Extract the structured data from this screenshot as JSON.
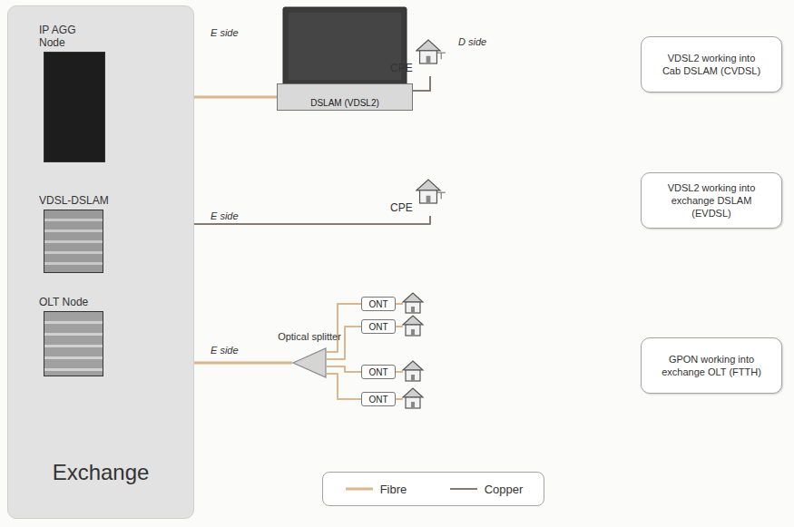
{
  "diagram": {
    "nodes": [
      {
        "text": [
          "Exchange"
        ]
      },
      {
        "text": [
          "IP AGG Node"
        ],
        "in": 0
      },
      {
        "text": [
          "VDSL-DSLAM"
        ],
        "in": 0
      },
      {
        "text": [
          "OLT Node"
        ],
        "in": 0
      },
      {
        "text": [
          "DSLAM (VDSL2)"
        ]
      },
      {
        "text": [
          "CPE"
        ]
      },
      {
        "text": [
          "CPE"
        ]
      },
      {
        "text": [
          "Optical splitter"
        ]
      },
      {
        "text": [
          "ONT"
        ]
      },
      {
        "text": [
          "ONT"
        ]
      },
      {
        "text": [
          "ONT"
        ]
      },
      {
        "text": [
          "ONT"
        ]
      },
      {
        "text": [
          "VDSL2 working into Cab DSLAM (CVDSL)"
        ]
      },
      {
        "text": [
          "VDSL2 working into exchange DSLAM (EVDSL)"
        ]
      },
      {
        "text": [
          "GPON working into exchange OLT (FTTH)"
        ]
      }
    ],
    "edges": [
      {
        "from": 1,
        "to": 4,
        "arrow": "none"
      },
      {
        "from": 4,
        "to": 5,
        "arrow": "none"
      },
      {
        "from": 2,
        "to": 6,
        "arrow": "none"
      },
      {
        "from": 3,
        "to": 7,
        "arrow": "none"
      },
      {
        "from": 7,
        "to": 8,
        "arrow": "none"
      },
      {
        "from": 7,
        "to": 9,
        "arrow": "none"
      },
      {
        "from": 7,
        "to": 10,
        "arrow": "none"
      },
      {
        "from": 7,
        "to": 11,
        "arrow": "none"
      }
    ],
    "labels": [
      "E side",
      "D side",
      "E side",
      "E side"
    ],
    "legend": [
      {
        "text": "Fibre"
      },
      {
        "text": "Copper"
      }
    ]
  }
}
